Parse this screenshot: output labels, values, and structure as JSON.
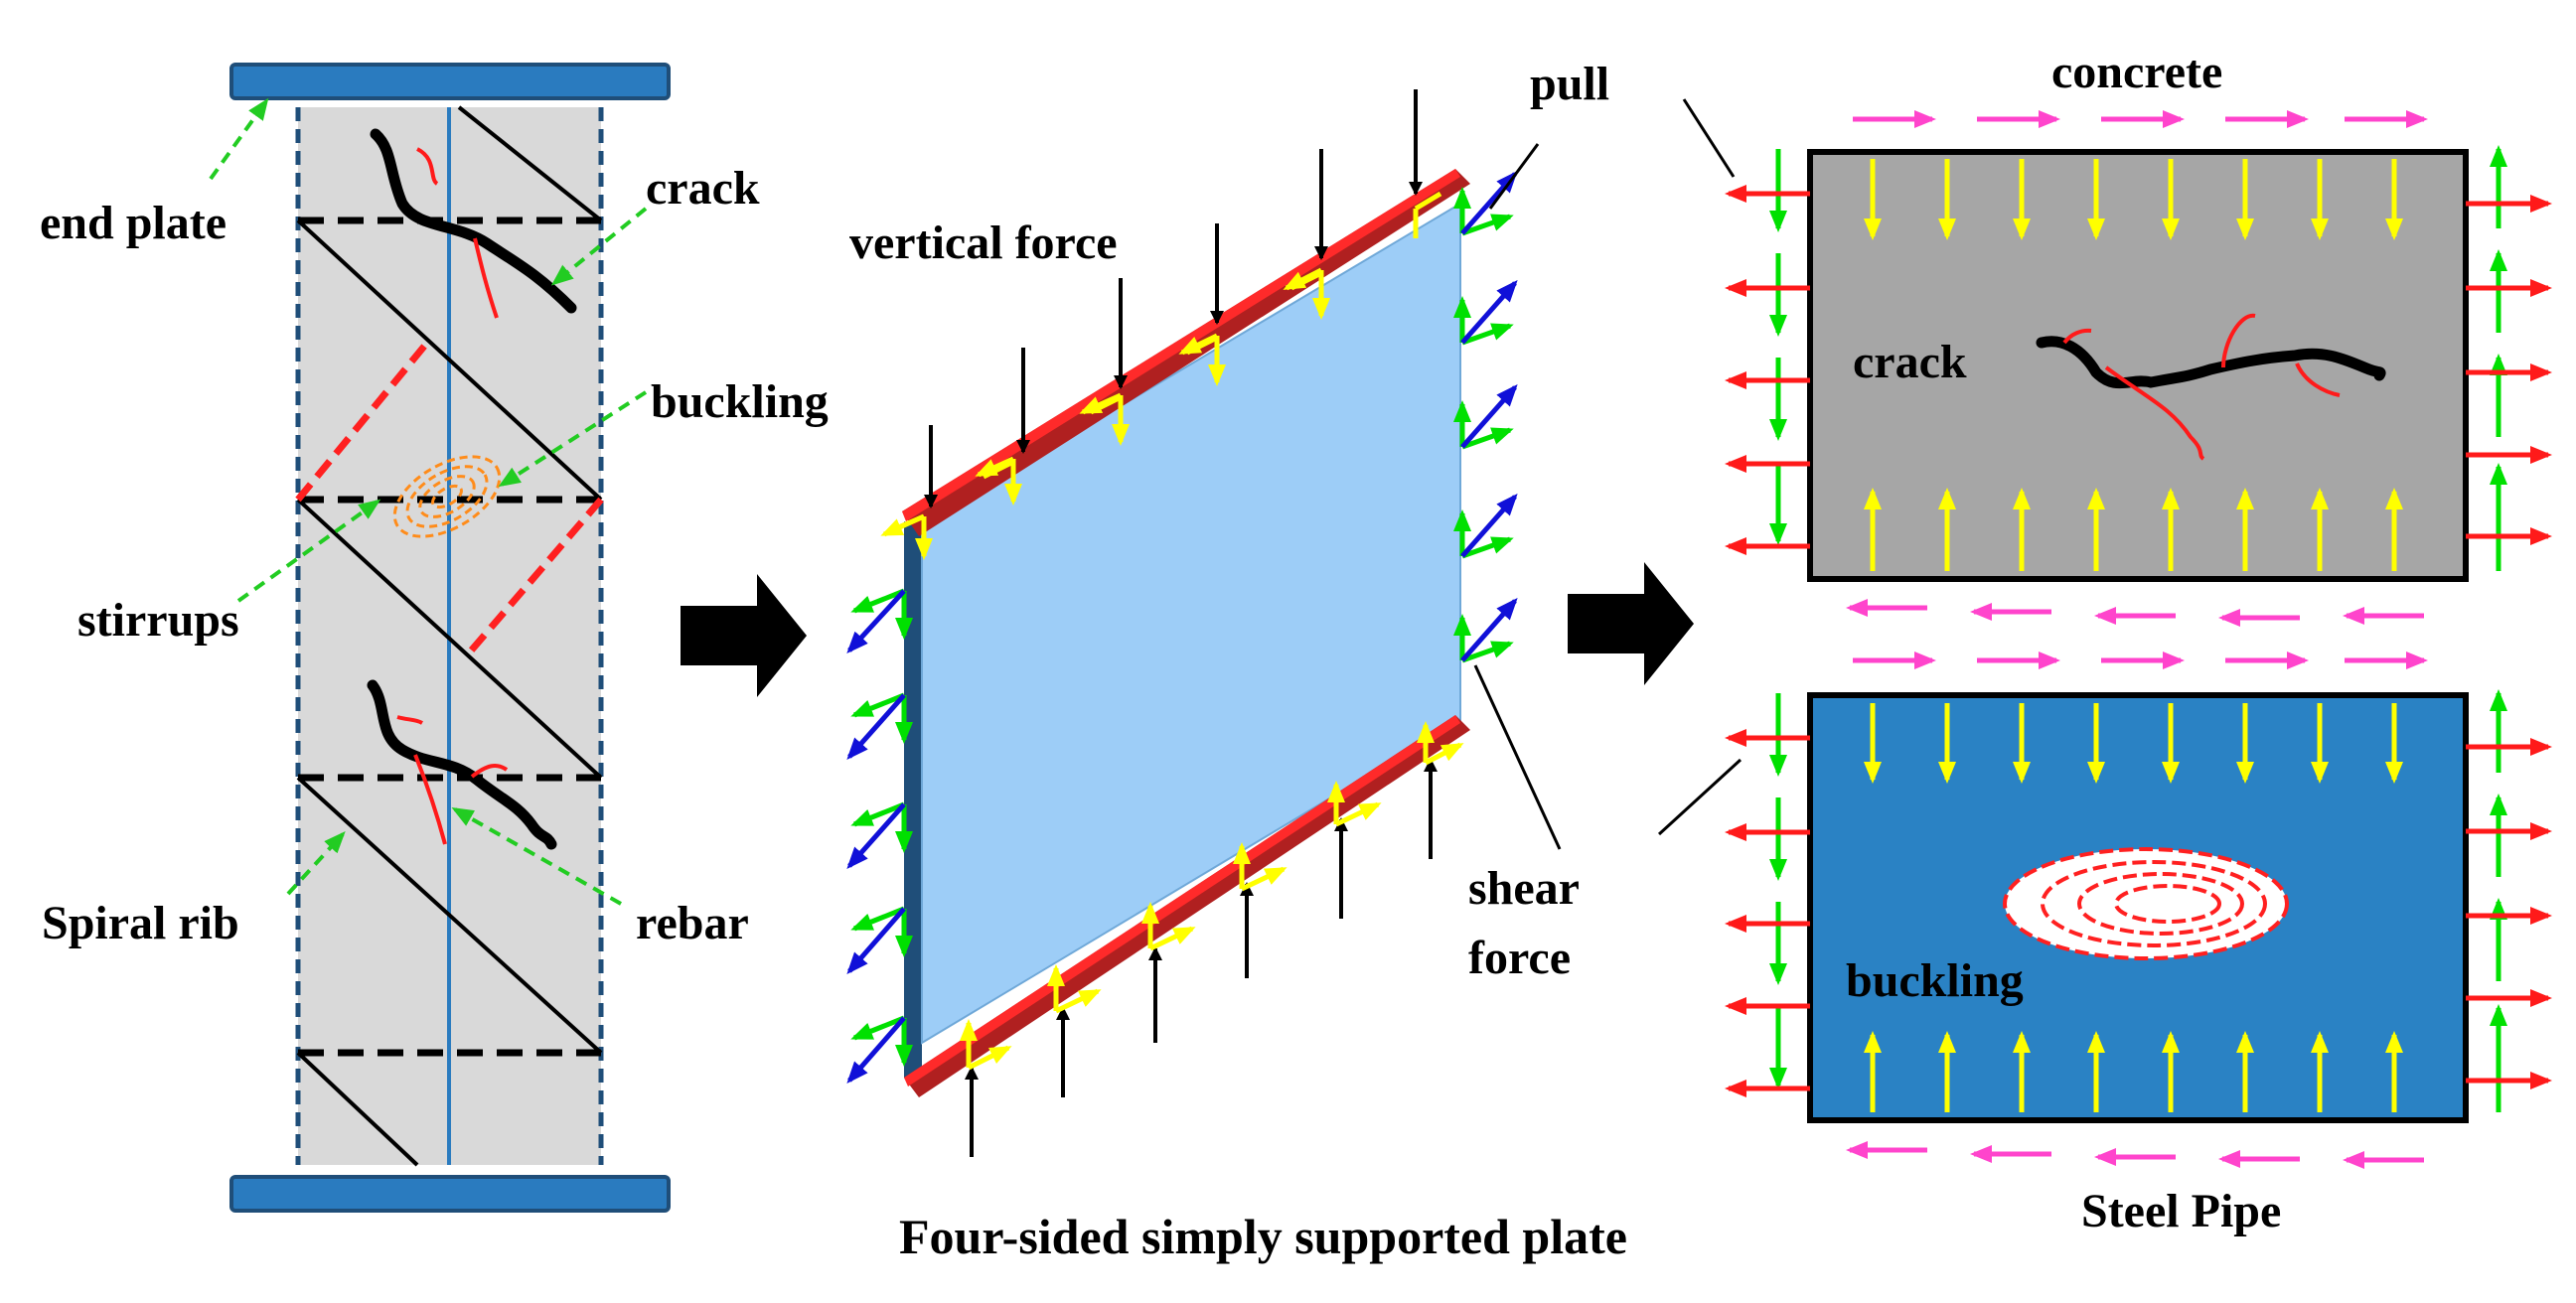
{
  "labels": {
    "end_plate": "end plate",
    "crack_left": "crack",
    "buckling_left": "buckling",
    "stirrups": "stirrups",
    "spiral_rib": "Spiral rib",
    "rebar": "rebar",
    "vertical_force": "vertical force",
    "pull": "pull",
    "shear_force_1": "shear",
    "shear_force_2": "force",
    "plate_caption": "Four-sided simply supported plate",
    "concrete": "concrete",
    "crack_right": "crack",
    "buckling_right": "buckling",
    "steel_pipe": "Steel Pipe"
  },
  "colors": {
    "end_plate": "#2a7bbf",
    "column_fill": "#d9d9d9",
    "plate_fill": "#9dcdf7",
    "plate_edge_red": "#ff1a1a",
    "plate_edge_dark": "#8b2f2f",
    "concrete_fill": "#a6a6a6",
    "steel_fill": "#2a82c4",
    "arrow_green": "#00e000",
    "arrow_blue": "#1010d8",
    "arrow_yellow": "#ffff00",
    "arrow_red": "#ff1a1a",
    "arrow_pink": "#ff44cc",
    "leader_green": "#22cc22",
    "buckle_orange": "#ff8c1a"
  }
}
